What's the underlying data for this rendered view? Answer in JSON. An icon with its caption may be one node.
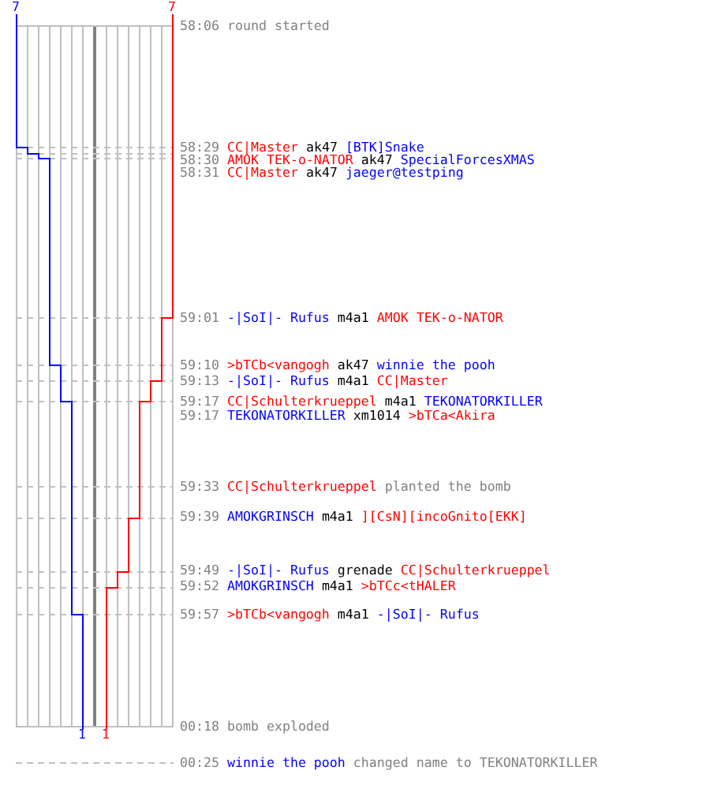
{
  "diagram": {
    "labels": [
      "7",
      "7",
      "58:06",
      "round started",
      "58:29",
      "CC|Master",
      "ak47",
      "[BTK]Snake",
      "58:30",
      "AMOK TEK-o-NATOR",
      "ak47",
      "SpecialForcesXMAS",
      "58:31",
      "CC|Master",
      "ak47",
      "jaeger@testping",
      "59:01",
      "-|SoI|- Rufus",
      "m4a1",
      "AMOK TEK-o-NATOR",
      "59:10",
      ">bTCb<vangogh",
      "ak47",
      "winnie the pooh",
      "59:13",
      "-|SoI|- Rufus",
      "m4a1",
      "CC|Master",
      "59:17",
      "CC|Schulterkrueppel",
      "m4a1",
      "TEKONATORKILLER",
      "59:17",
      "TEKONATORKILLER",
      "xm1014",
      ">bTCa<Akira",
      "59:33",
      "CC|Schulterkrueppel",
      "planted the bomb",
      "59:39",
      "AMOKGRINSCH",
      "m4a1",
      "][CsN][incoGnito[EKK]",
      "59:49",
      "-|SoI|- Rufus",
      "grenade",
      "CC|Schulterkrueppel",
      "59:52",
      "AMOKGRINSCH",
      "m4a1",
      ">bTCc<tHALER",
      "59:57",
      ">bTCb<vangogh",
      "m4a1",
      "-|SoI|- Rufus",
      "1",
      "1",
      "00:18",
      "bomb exploded",
      "00:25",
      "winnie the pooh",
      "changed name to TEKONATORKILLER"
    ]
  }
}
